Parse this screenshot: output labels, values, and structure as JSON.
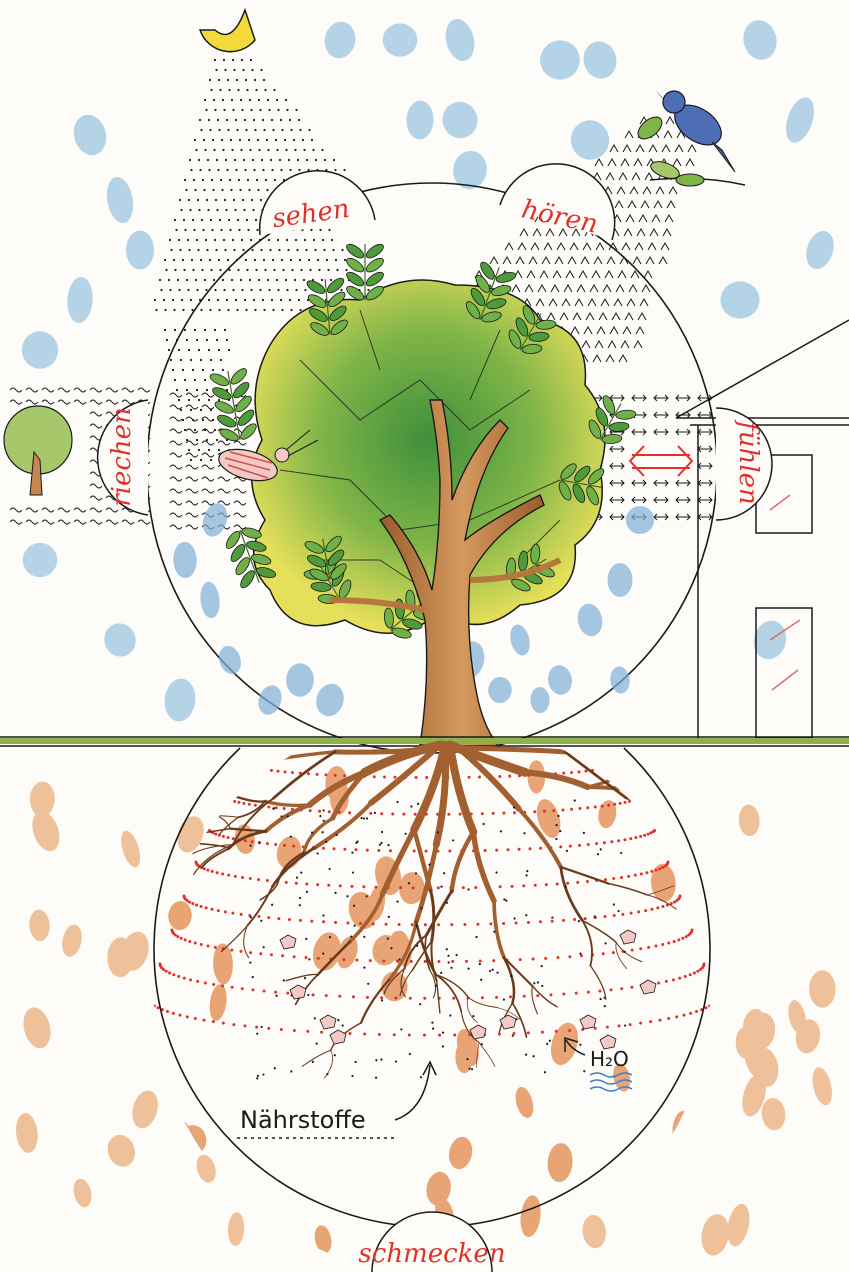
{
  "senses": {
    "sehen": "sehen",
    "hoeren": "hören",
    "riechen": "riechen",
    "fuehlen": "fühlen",
    "schmecken": "schmecken"
  },
  "labels": {
    "naehrstoffe": "Nährstoffe",
    "water": "H₂O"
  },
  "colors": {
    "label_red": "#e0322a",
    "outline": "#1a1a1a",
    "ground": "#8fb14a",
    "leaf_green": "#4f9a3a",
    "leaf_yellow": "#e8e05a",
    "trunk": "#b5763f",
    "sun": "#f4d93a",
    "sky_blue": "#9cc6e2",
    "soil_orange": "#e69a5c"
  }
}
